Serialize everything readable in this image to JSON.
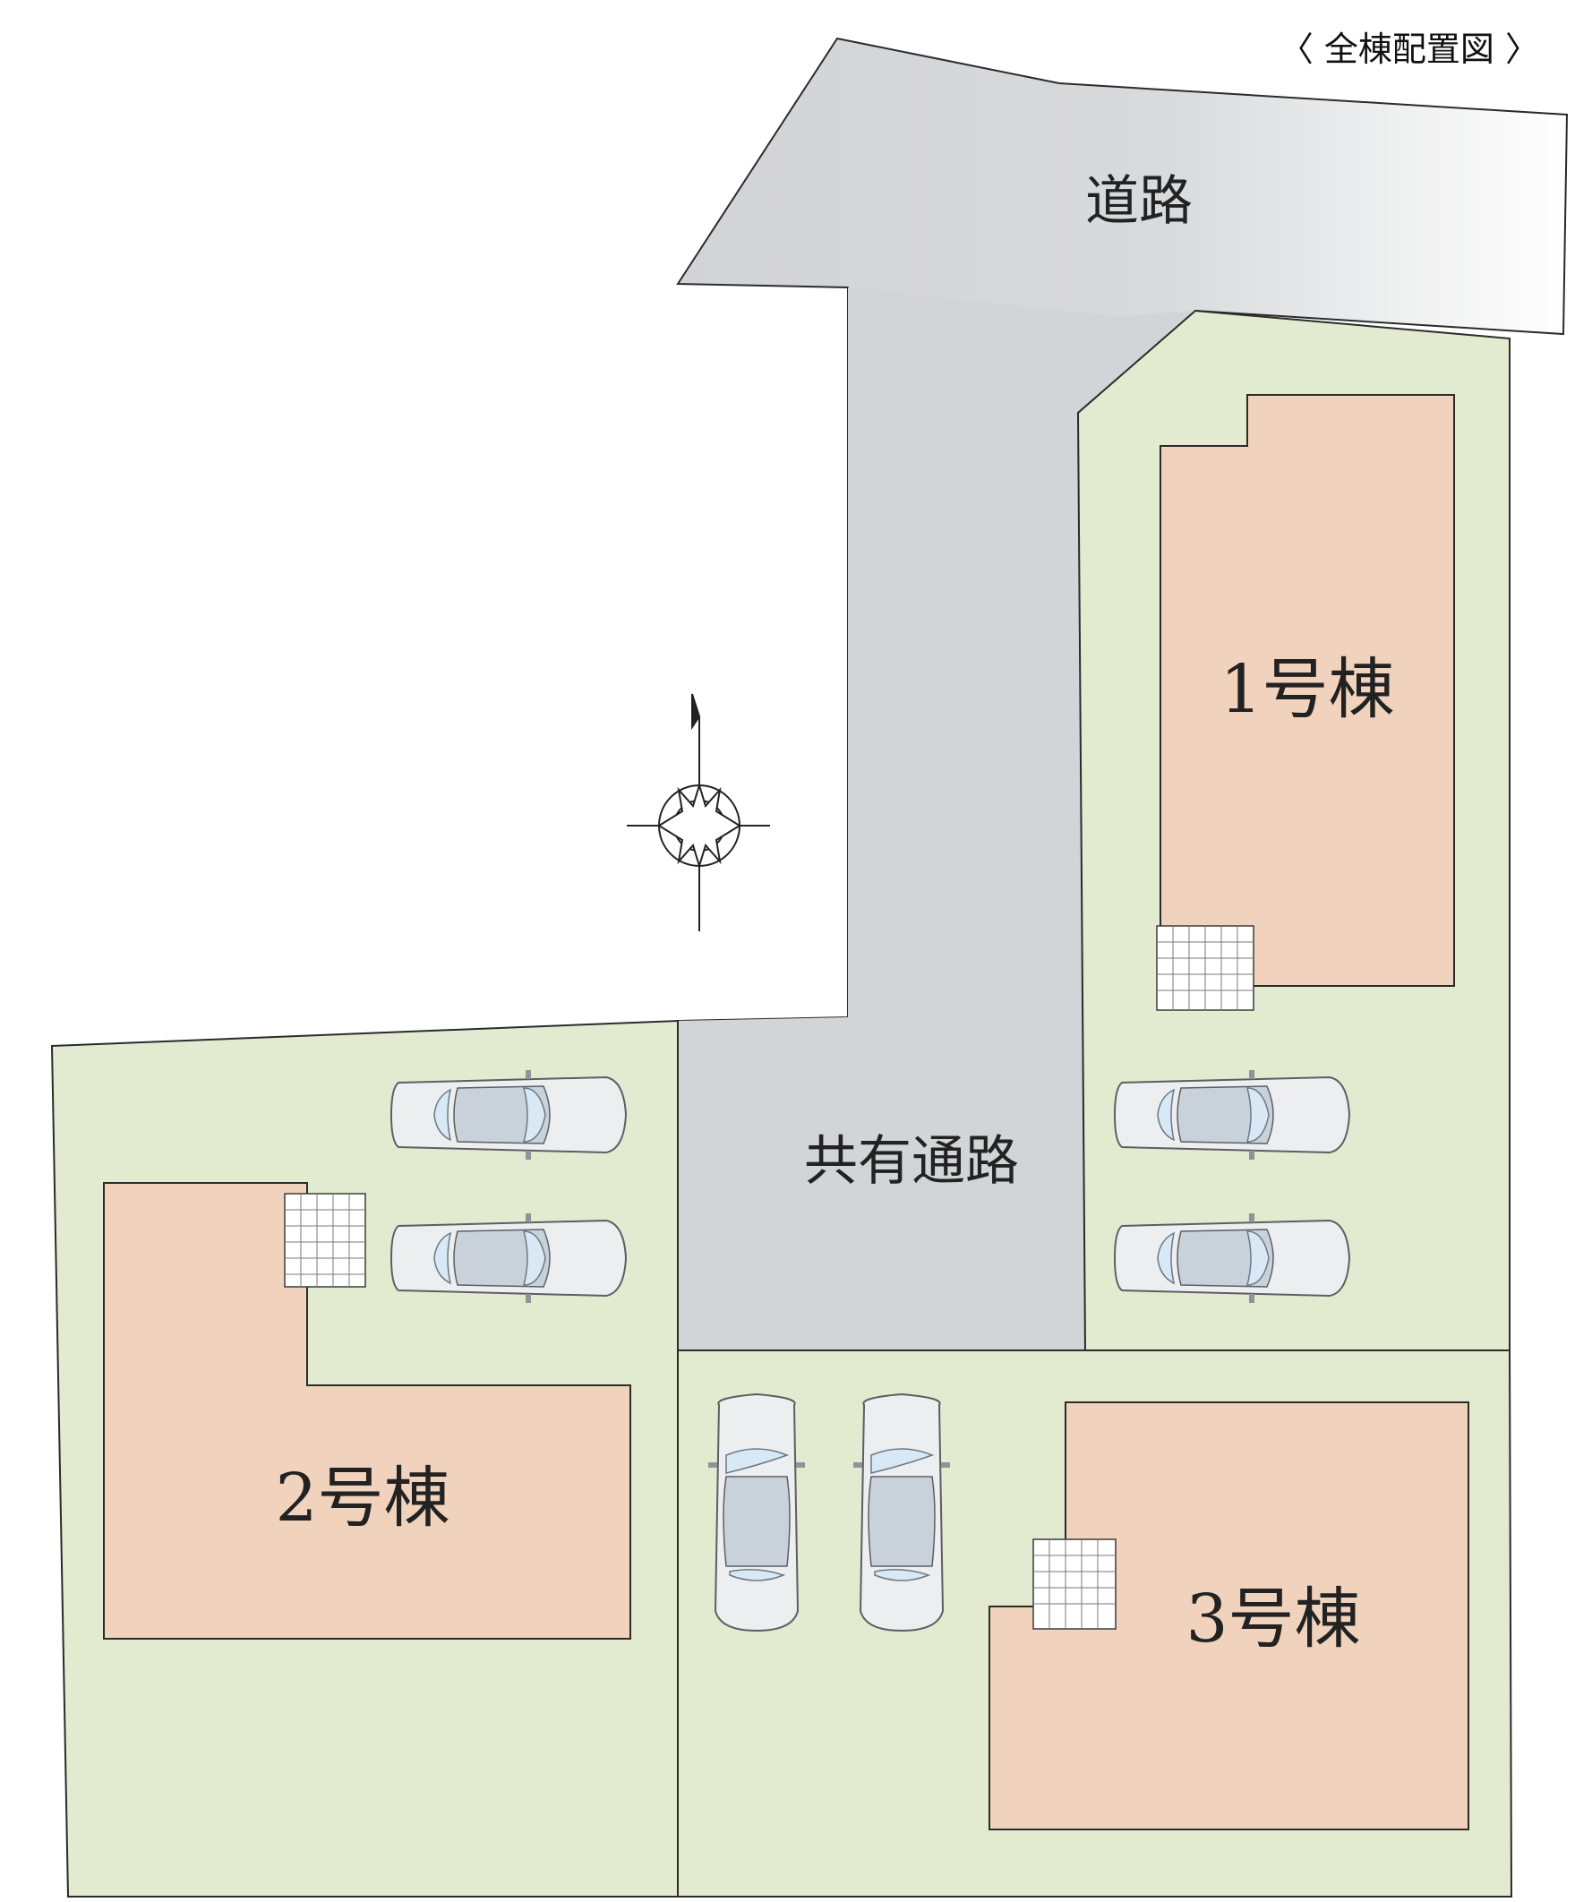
{
  "title": "〈 全棟配置図 〉",
  "labels": {
    "road": "道路",
    "shared_road": "共有通路",
    "house1": "1号棟",
    "house2": "2号棟",
    "house3": "3号棟"
  },
  "colors": {
    "lot_green": "#e2ebcf",
    "house_peach": "#f1d3bd",
    "road_gray": "#d4d5d8",
    "shared_road_gray": "#d3d4d7"
  },
  "icons": {
    "compass": "north-compass-icon",
    "car": "car-icon"
  },
  "parking": {
    "house1_spaces": 2,
    "house2_spaces": 2,
    "house3_spaces": 2
  }
}
